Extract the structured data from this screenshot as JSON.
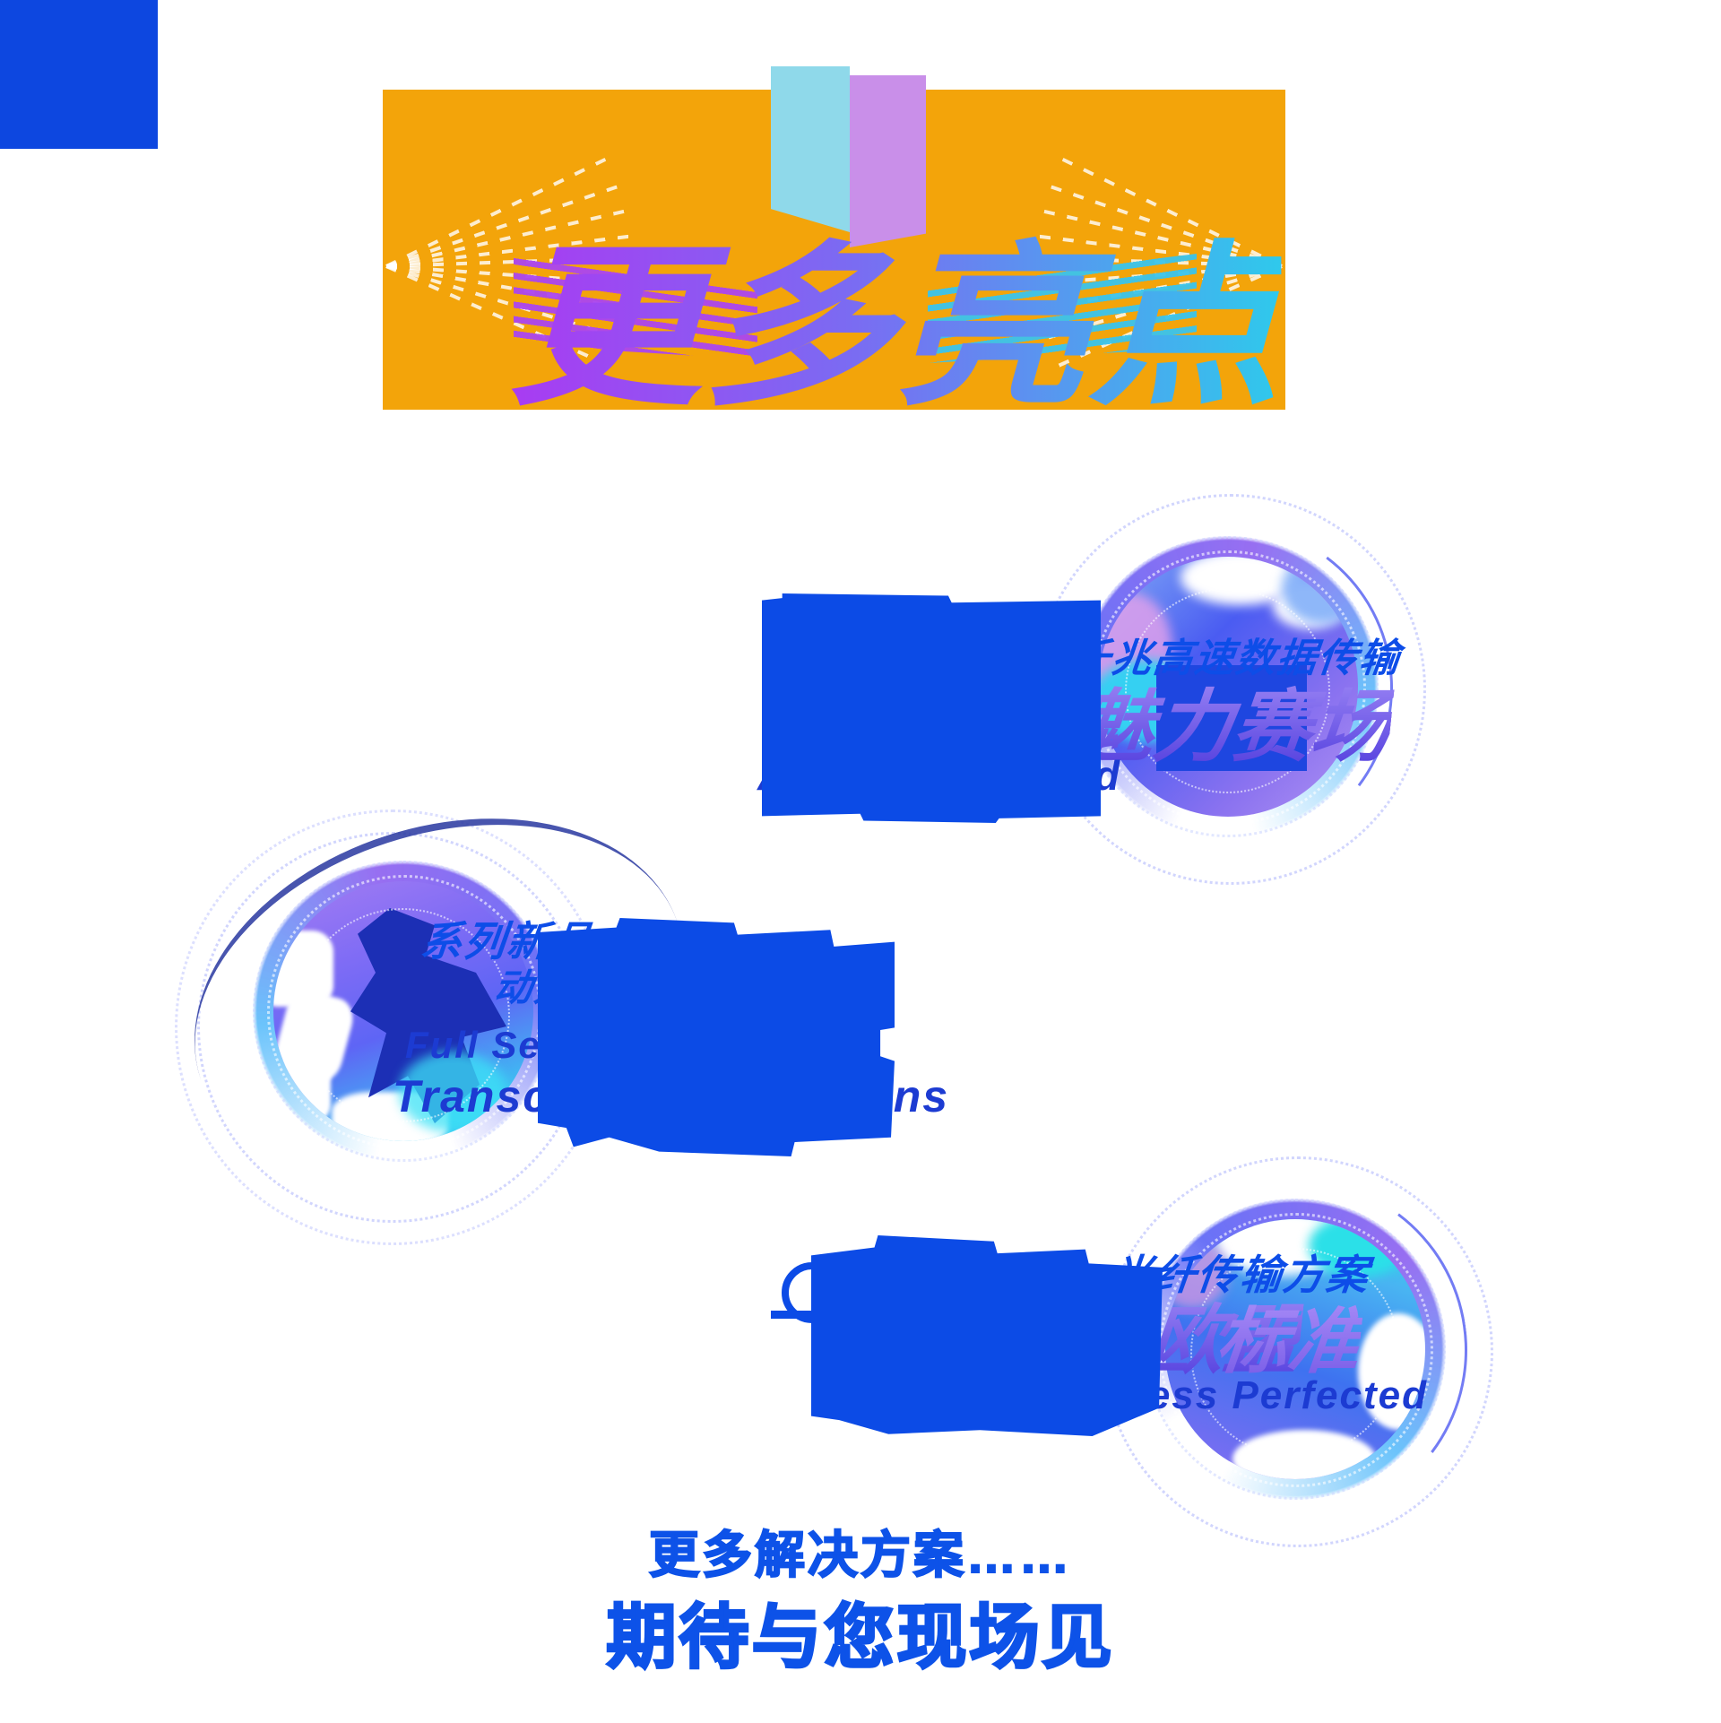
{
  "banner": {
    "title": "更多亮点",
    "bg_color": "#F3A40A"
  },
  "sections": [
    {
      "zh_small": "千兆高速数据传输",
      "zh_big": "魅力赛场",
      "en": "Appeal Amplified"
    },
    {
      "zh_small": "系列新品",
      "zh_small2": "动力",
      "en_line1": "Full Series Fiber Signal",
      "en_line2": "Transcend Expectations"
    },
    {
      "zh_small": "光纤传输方案",
      "zh_big": "欧盟",
      "zh_big2": "标准",
      "en": "Process Perfected"
    }
  ],
  "footer": {
    "line1": "更多解决方案……",
    "line2": "期待与您现场见"
  },
  "colors": {
    "banner_orange": "#F3A40A",
    "ribbon_cyan": "#8FD9EA",
    "ribbon_purple": "#C98FE9",
    "title_gradient_start": "#A93BF2",
    "title_gradient_end": "#2FC9EC",
    "solid_text_blue": "#0C4BE6",
    "footer_blue": "#0D52E8",
    "badge_blue": "#4A5CF2",
    "badge_purple": "#8A72F0",
    "badge_cyan": "#35D0F2"
  }
}
